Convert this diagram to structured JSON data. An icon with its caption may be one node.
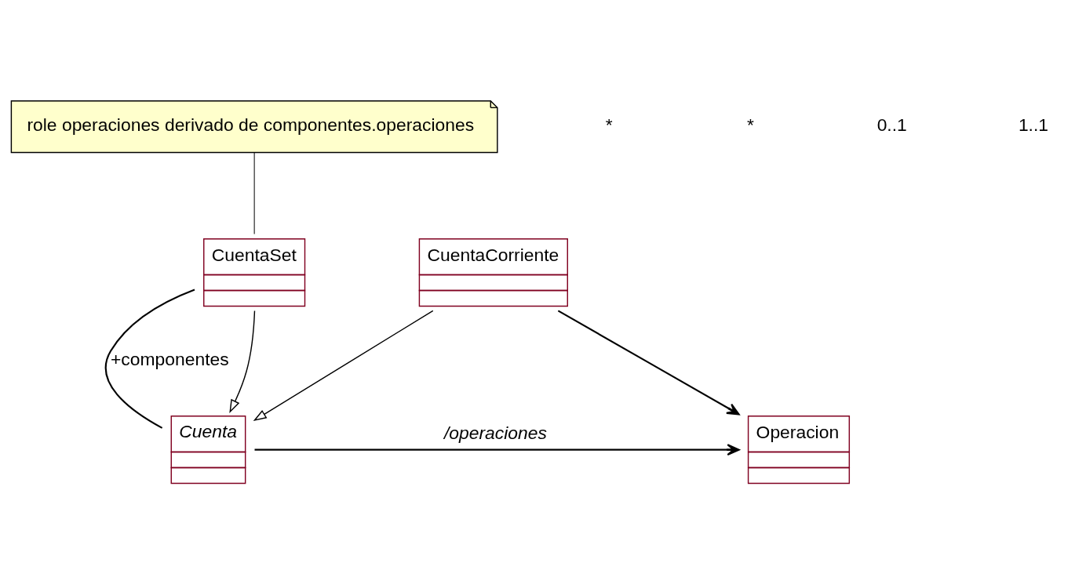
{
  "diagram": {
    "nodes": [
      {
        "text": [
          "Cuenta"
        ]
      },
      {
        "text": [
          "Operacion"
        ]
      },
      {
        "text": [
          "CuentaSet"
        ]
      },
      {
        "text": [
          "CuentaCorriente"
        ]
      },
      {
        "text": [
          "role operaciones derivado de componentes.operaciones"
        ]
      }
    ],
    "edges": [
      {
        "from": 0,
        "to": 1,
        "arrow": "to",
        "label": "/operaciones"
      },
      {
        "from": 2,
        "to": 0,
        "arrow": "none",
        "label": "+componentes"
      },
      {
        "from": 2,
        "to": 0,
        "arrow": "to"
      },
      {
        "from": 3,
        "to": 0,
        "arrow": "to"
      },
      {
        "from": 3,
        "to": 1,
        "arrow": "to"
      },
      {
        "from": 4,
        "to": 2,
        "arrow": "none"
      }
    ],
    "labels": [
      "*",
      "*",
      "0..1",
      "1..1"
    ]
  }
}
